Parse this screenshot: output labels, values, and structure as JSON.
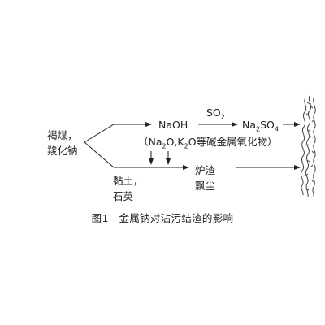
{
  "source": {
    "line1": "褐煤，",
    "line2": "羧化钠"
  },
  "products": {
    "naoh": "NaOH",
    "so2_text": "SO",
    "so2_sub": "2",
    "na2so4_a": "Na",
    "na2so4_sub1": "2",
    "na2so4_b": "SO",
    "na2so4_sub2": "4",
    "oxides": {
      "p1": "（Na",
      "s1": "2",
      "p2": "O,K",
      "s2": "2",
      "p3": "O等碱金属氧化物）"
    }
  },
  "minerals": {
    "line1": "黏土，",
    "line2": "石英"
  },
  "slag": {
    "line1": "炉渣",
    "line2": "飘尘"
  },
  "caption": {
    "number": "图1",
    "text": "金属钠对沾污结渣的影响"
  }
}
